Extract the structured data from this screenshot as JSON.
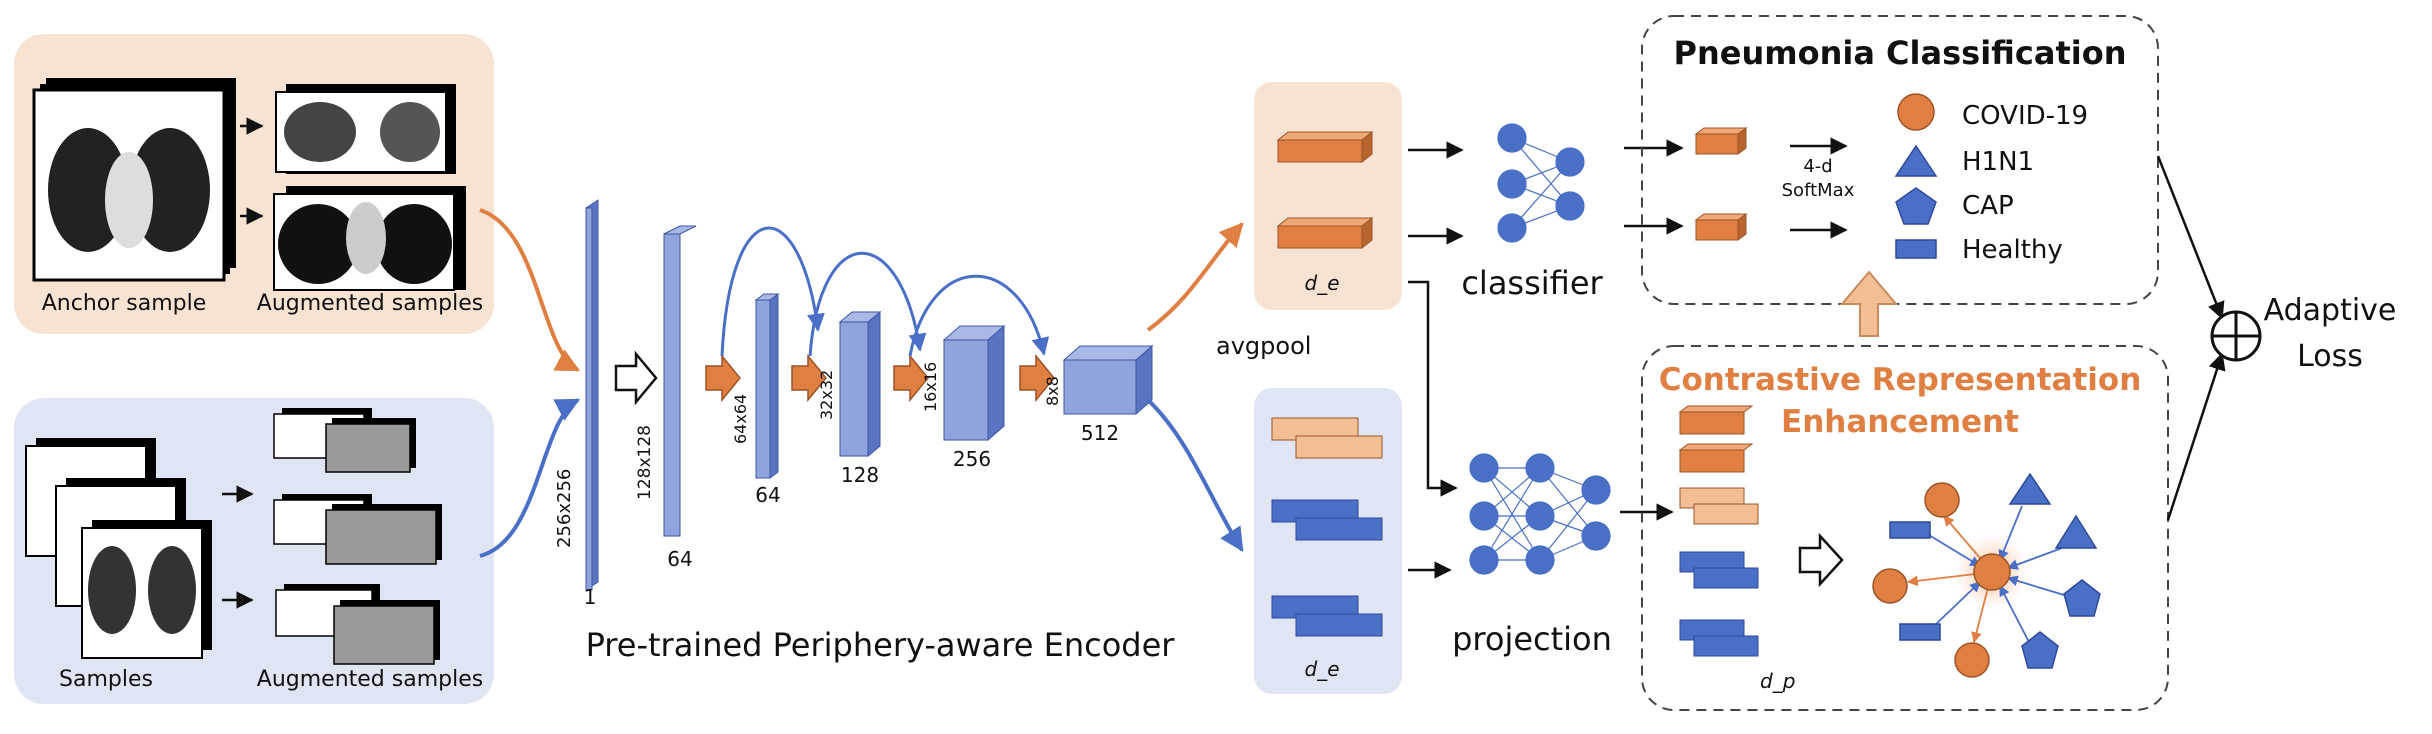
{
  "panels": {
    "anchor": {
      "anchor_label": "Anchor sample",
      "augmented_label": "Augmented samples"
    },
    "samples": {
      "samples_label": "Samples",
      "augmented_label": "Augmented samples"
    }
  },
  "encoder": {
    "title": "Pre-trained Periphery-aware Encoder",
    "blocks": [
      {
        "size": "256x256",
        "channels": "1"
      },
      {
        "size": "128x128",
        "channels": "64"
      },
      {
        "size": "64x64",
        "channels": "64"
      },
      {
        "size": "32x32",
        "channels": "128"
      },
      {
        "size": "16x16",
        "channels": "256"
      },
      {
        "size": "8x8",
        "channels": "512"
      }
    ],
    "avgpool_label": "avgpool"
  },
  "features": {
    "de_label": "d_e",
    "dp_label": "d_p"
  },
  "heads": {
    "classifier_label": "classifier",
    "projection_label": "projection"
  },
  "classification": {
    "title": "Pneumonia Classification",
    "softmax_line1": "4-d",
    "softmax_line2": "SoftMax",
    "classes": [
      {
        "label": "COVID-19",
        "shape": "circle",
        "color": "#e07f42"
      },
      {
        "label": "H1N1",
        "shape": "triangle",
        "color": "#4a6fc7"
      },
      {
        "label": "CAP",
        "shape": "pentagon",
        "color": "#4a6fc7"
      },
      {
        "label": "Healthy",
        "shape": "rectangle",
        "color": "#4a6fc7"
      }
    ]
  },
  "contrastive": {
    "title_line1": "Contrastive Representation",
    "title_line2": "Enhancement"
  },
  "loss": {
    "line1": "Adaptive",
    "line2": "Loss"
  },
  "colors": {
    "orange": "#e07f42",
    "blue": "#4a6fc7",
    "light_orange_bg": "#f8e3d2",
    "light_blue_bg": "#dfe5f3",
    "block_blue": "#8fa3dc"
  }
}
